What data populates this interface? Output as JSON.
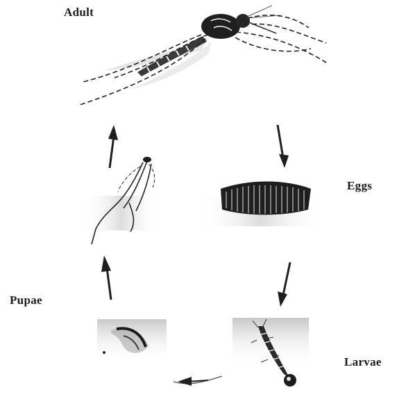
{
  "diagram": {
    "stages": {
      "adult": "Adult",
      "eggs": "Eggs",
      "larvae": "Larvae",
      "pupae": "Pupae"
    }
  }
}
